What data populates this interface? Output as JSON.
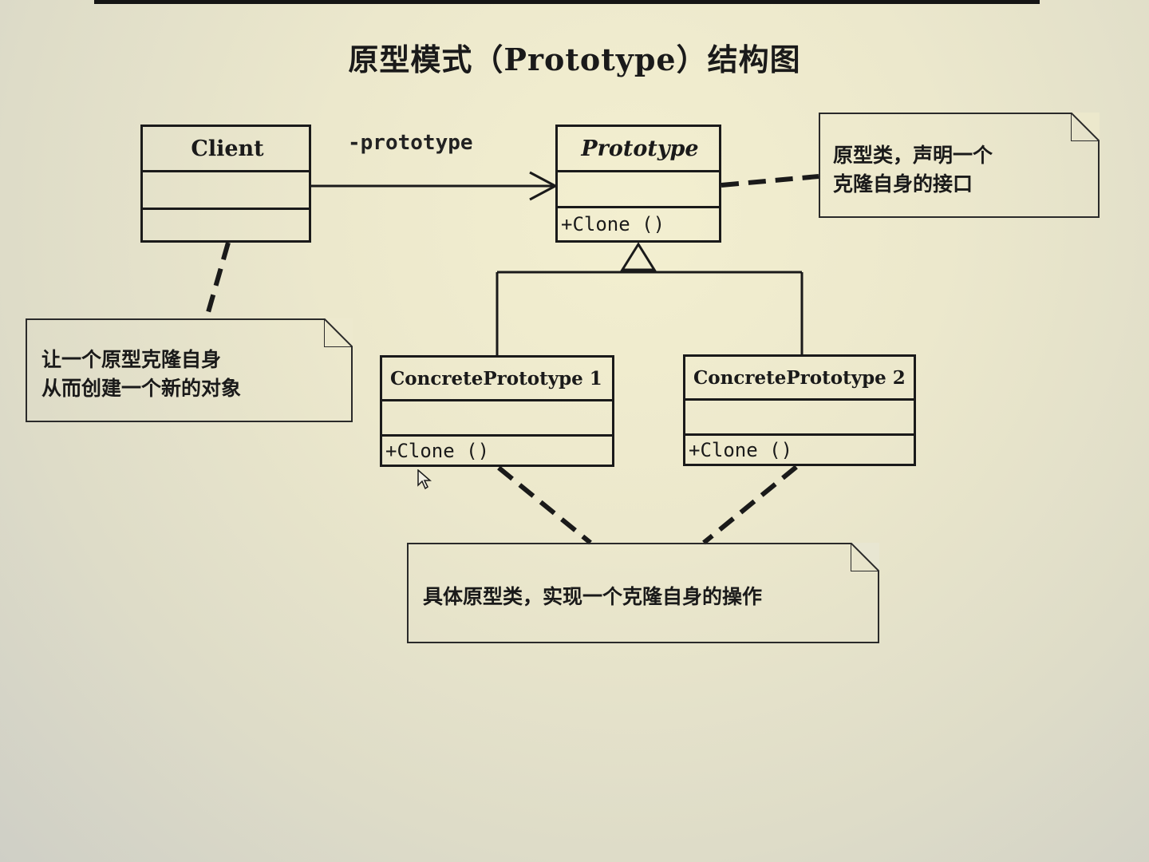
{
  "title": "原型模式（Prototype）结构图",
  "classes": {
    "client": {
      "name": "Client",
      "operation": ""
    },
    "prototype": {
      "name": "Prototype",
      "operation": "+Clone ()"
    },
    "concrete1": {
      "name": "ConcretePrototype  1",
      "operation": "+Clone ()"
    },
    "concrete2": {
      "name": "ConcretePrototype  2",
      "operation": "+Clone ()"
    }
  },
  "association": {
    "label": "-prototype"
  },
  "notes": {
    "prototype_note": {
      "line1": "原型类，声明一个",
      "line2": "克隆自身的接口"
    },
    "client_note": {
      "line1": "让一个原型克隆自身",
      "line2": "从而创建一个新的对象"
    },
    "concrete_note": {
      "line1": "具体原型类，实现一个克隆自身的操作"
    }
  },
  "icons": {
    "cursor": "mouse-pointer-icon",
    "note_fold": "folded-corner-icon"
  }
}
